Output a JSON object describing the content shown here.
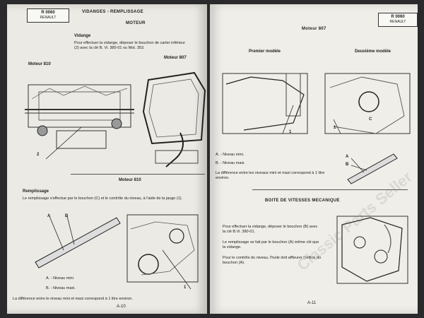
{
  "left_page": {
    "logo": {
      "code": "R 0060",
      "sub": "RENAULT"
    },
    "header": "VIDANGES - REMPLISSAGE",
    "subheader": "MOTEUR",
    "vidange_title": "Vidange",
    "vidange_text": "Pour effectuer la vidange, déposer le bouchon de carter inférieur (2) avec la clé B. Vi. 380-01 ou Mot. 353.",
    "moteur810_label": "Moteur 810",
    "moteur807_label": "Moteur 807",
    "callout_2": "2",
    "moteur810_center": "Moteur 810",
    "remplissage_title": "Remplissage",
    "remplissage_text": "Le remplissage s'effectue par le bouchon (C) et le contrôle du niveau, à l'aide de la jauge (1).",
    "label_a": "A",
    "label_b": "B",
    "legend_a": "A. - Niveau mini",
    "legend_b": "B. - Niveau maxi.",
    "difference_text": "La différence entre le niveau mini et maxi correspond à 1 litre environ.",
    "callout_1": "1",
    "page_number": "A-10"
  },
  "right_page": {
    "logo": {
      "code": "R 0060",
      "sub": "RENAULT"
    },
    "header": "Moteur 807",
    "premier_modele": "Premier modèle",
    "deuxieme_modele": "Deuxième modèle",
    "callout_1a": "1",
    "callout_1b": "1",
    "callout_c": "C",
    "legend_a": "A. - Niveau mini.",
    "legend_b": "B. - Niveau maxi.",
    "difference_text": "La différence entre les niveaux mini et maxi correspond à 1 litre environ.",
    "label_a": "A",
    "label_b": "B",
    "boite_title": "BOITE DE VITESSES MECANIQUE",
    "boite_text1": "Pour effectuer la vidange, déposer le bouchon (B) avec la clé B.Vi. 380-01.",
    "boite_text2": "Le remplissage se fait par le bouchon (A) même clé que la vidange.",
    "boite_text3": "Pour le contrôle du niveau, l'huile doit affleurer l'orifice du bouchon (A).",
    "page_number": "A-11"
  },
  "watermark": "Classic Parts Seller"
}
